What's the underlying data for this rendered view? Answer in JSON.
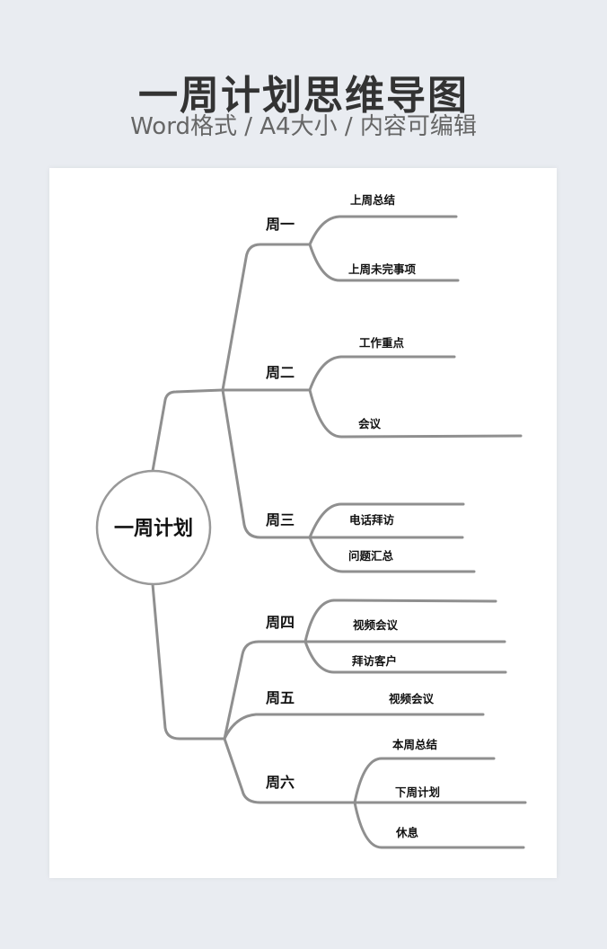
{
  "header": {
    "title": "一周计划思维导图",
    "subtitle": "Word格式 / A4大小 / 内容可编辑"
  },
  "mindmap": {
    "center": "一周计划",
    "days": [
      {
        "label": "周一",
        "items": [
          "上周总结",
          "上周未完事项"
        ]
      },
      {
        "label": "周二",
        "items": [
          "工作重点",
          "会议"
        ]
      },
      {
        "label": "周三",
        "items": [
          "电话拜访",
          "问题汇总"
        ]
      },
      {
        "label": "周四",
        "items": [
          "视频会议",
          "拜访客户"
        ]
      },
      {
        "label": "周五",
        "items": [
          "视频会议"
        ]
      },
      {
        "label": "周六",
        "items": [
          "本周总结",
          "下周计划",
          "休息"
        ]
      }
    ],
    "line_color": "#8f8f8f"
  }
}
